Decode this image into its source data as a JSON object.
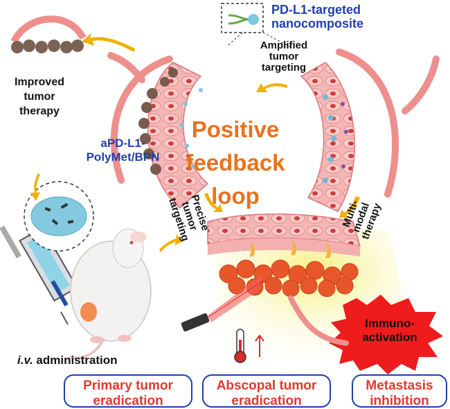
{
  "labels": {
    "nanocomposite_title": "PD-L1-targeted nanocomposite",
    "amplified": "Amplified tumor targeting",
    "improved": "Improved tumor therapy",
    "apdl1": "aPD-L1-PolyMet/BPN",
    "loop": [
      "Positive",
      "feedback",
      "loop"
    ],
    "precise": "Precise tumor targeting",
    "multimodal": "Multi-modal therapy",
    "iv_italic": "i.v.",
    "iv_rest": " administration",
    "immuno": "Immuno-activation"
  },
  "outcomes": [
    {
      "line1": "Primary tumor",
      "line2": "eradication"
    },
    {
      "line1": "Abscopal tumor",
      "line2": "eradication"
    },
    {
      "line1": "Metastasis",
      "line2": "inhibition"
    }
  ],
  "colors": {
    "loop_text": "#e8721e",
    "blue_text": "#1f3fae",
    "outcome_text": "#e03a2c",
    "outcome_border": "#1e3ea6",
    "vessel": "#f2a5a2",
    "starburst": "#ee1c1c"
  },
  "icons": [
    "syringe-icon",
    "mouse-icon",
    "laser-icon",
    "thermometer-icon",
    "up-arrow-icon",
    "flame-icon",
    "nanoparticle-icon"
  ]
}
